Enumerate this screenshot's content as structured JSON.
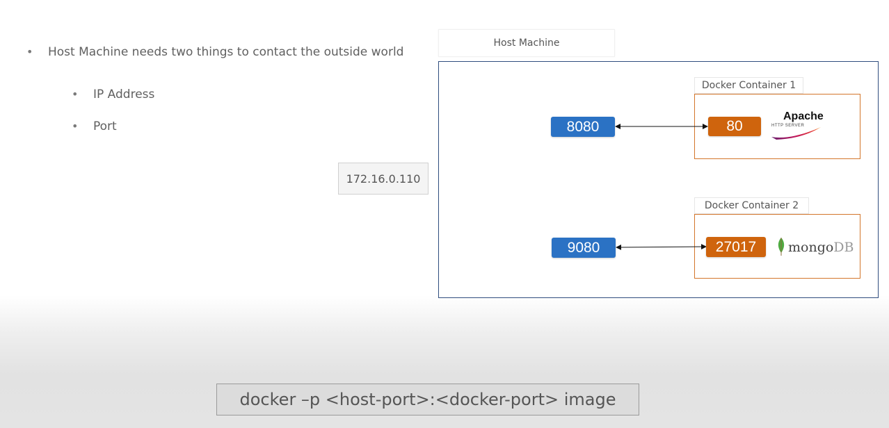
{
  "bullets": {
    "main": "Host Machine needs two things to contact the outside world",
    "sub": [
      "IP Address",
      "Port"
    ]
  },
  "host_machine": {
    "label": "Host Machine",
    "ip": "172.16.0.110"
  },
  "containers": [
    {
      "label": "Docker Container 1",
      "host_port": "8080",
      "container_port": "80",
      "app": "Apache",
      "app_sub": "HTTP SERVER",
      "app_icon": "apache-feather-icon"
    },
    {
      "label": "Docker Container 2",
      "host_port": "9080",
      "container_port": "27017",
      "app": "mongo",
      "app_suffix": "DB",
      "app_icon": "mongodb-leaf-icon"
    }
  ],
  "command": "docker –p <host-port>:<docker-port> image",
  "colors": {
    "host_port": "#2b72c4",
    "container_port": "#cf640d",
    "host_border": "#2f4d7e",
    "container_border": "#d3752a"
  }
}
